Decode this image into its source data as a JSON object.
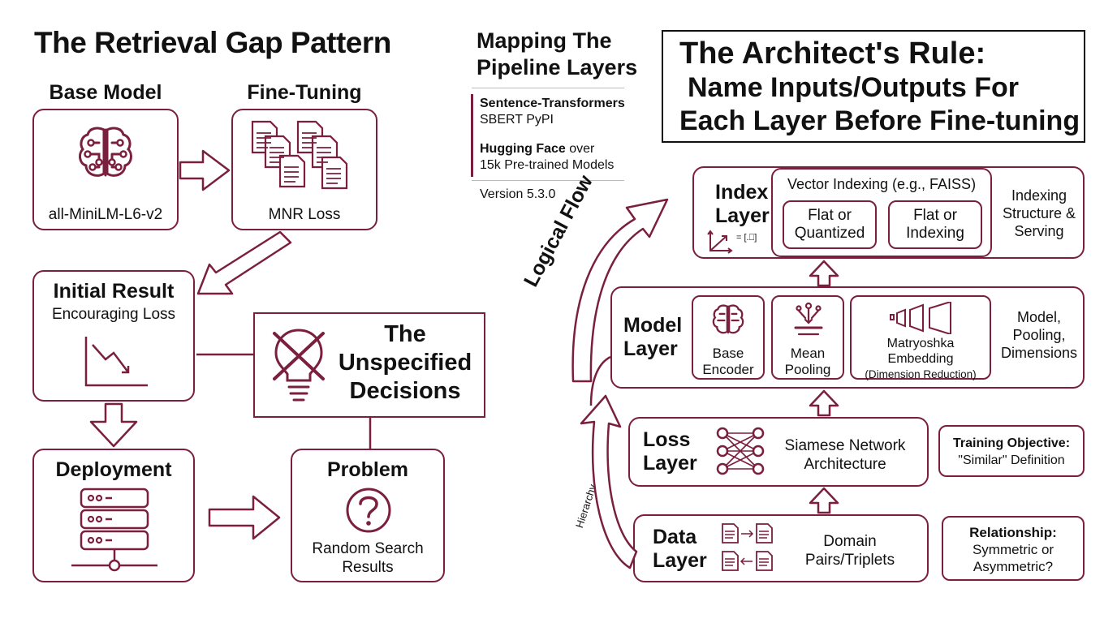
{
  "left": {
    "title": "The Retrieval Gap Pattern",
    "base_model": {
      "header": "Base Model",
      "label": "all-MiniLM-L6-v2"
    },
    "fine_tuning": {
      "header": "Fine-Tuning",
      "label": "MNR Loss"
    },
    "initial_result": {
      "header": "Initial Result",
      "label": "Encouraging Loss"
    },
    "unspecified": {
      "line1": "The",
      "line2": "Unspecified",
      "line3": "Decisions"
    },
    "deployment": {
      "header": "Deployment"
    },
    "problem": {
      "header": "Problem",
      "line1": "Random Search",
      "line2": "Results"
    }
  },
  "middle": {
    "title_line1": "Mapping The",
    "title_line2": "Pipeline Layers",
    "item1_line1": "Sentence-Transformers",
    "item1_line2": "SBERT PyPI",
    "item2_bold": "Hugging Face",
    "item2_rest": " over",
    "item2_line2": "15k Pre-trained Models",
    "version": "Version 5.3.0"
  },
  "rule": {
    "line1": "The Architect's Rule:",
    "line2": "Name Inputs/Outputs For",
    "line3": "Each Layer Before Fine-tuning"
  },
  "flow": {
    "logical": "Logical Flow",
    "hierarchy": "Hierarchy"
  },
  "index_layer": {
    "name1": "Index",
    "name2": "Layer",
    "caption": "Vector Indexing (e.g., FAISS)",
    "icon_text": "= [.⎕]",
    "opt1_l1": "Flat or",
    "opt1_l2": "Quantized",
    "opt2_l1": "Flat or",
    "opt2_l2": "Indexing",
    "note_l1": "Indexing",
    "note_l2": "Structure &",
    "note_l3": "Serving"
  },
  "model_layer": {
    "name1": "Model",
    "name2": "Layer",
    "c1_l1": "Base",
    "c1_l2": "Encoder",
    "c2_l1": "Mean",
    "c2_l2": "Pooling",
    "c3_l1": "Matryoshka",
    "c3_l2": "Embedding",
    "c3_l3": "(Dimension Reduction)",
    "note_l1": "Model,",
    "note_l2": "Pooling,",
    "note_l3": "Dimensions"
  },
  "loss_layer": {
    "name1": "Loss",
    "name2": "Layer",
    "text_l1": "Siamese Network",
    "text_l2": "Architecture",
    "callout_l1": "Training Objective:",
    "callout_l2": "\"Similar\" Definition"
  },
  "data_layer": {
    "name1": "Data",
    "name2": "Layer",
    "text_l1": "Domain",
    "text_l2": "Pairs/Triplets",
    "callout_l1": "Relationship:",
    "callout_l2": "Symmetric or",
    "callout_l3": "Asymmetric?"
  },
  "colors": {
    "accent": "#7a1f3d",
    "text": "#111111"
  }
}
